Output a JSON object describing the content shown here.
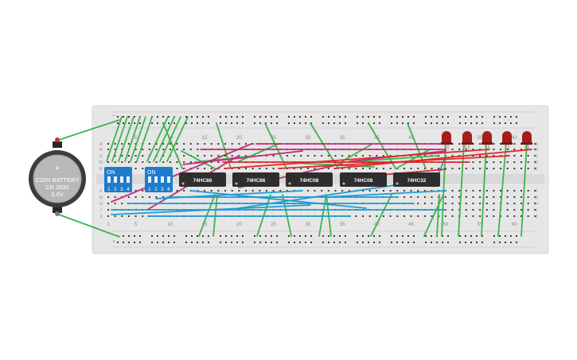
{
  "battery": {
    "label_line1": "COIN BATTERY",
    "label_line2": "CR 2032",
    "label_line3": "3.0V",
    "plus_sign": "+"
  },
  "dip_switches": [
    {
      "on_label": "ON",
      "positions": [
        "1",
        "2",
        "3",
        "4"
      ]
    },
    {
      "on_label": "ON",
      "positions": [
        "1",
        "2",
        "3",
        "4"
      ]
    }
  ],
  "chips": [
    {
      "part": "74HC86"
    },
    {
      "part": "74HC86"
    },
    {
      "part": "74HC08"
    },
    {
      "part": "74HC08"
    },
    {
      "part": "74HC32"
    }
  ],
  "breadboard": {
    "column_numbers_top": [
      "5",
      "10",
      "15",
      "20",
      "25",
      "30",
      "35",
      "40",
      "45",
      "50",
      "55",
      "60"
    ],
    "column_numbers_bottom": [
      "1",
      "5",
      "10",
      "15",
      "20",
      "25",
      "30",
      "35",
      "40",
      "45",
      "50",
      "55",
      "60"
    ],
    "row_letters_top": [
      "A",
      "B",
      "C",
      "D",
      "E"
    ],
    "row_letters_bottom": [
      "F",
      "G",
      "H",
      "I",
      "J"
    ],
    "rail_minus": "−",
    "rail_plus": "+"
  },
  "leds": {
    "count": 5
  },
  "colors": {
    "board": "#e6e6e6",
    "hole": "#3a3a3a",
    "rail_red": "#d94c4c",
    "rail_blue": "#4a78c2",
    "wire_green": "#3cb44b",
    "wire_magenta": "#c8287a",
    "wire_blue": "#1e9bd7",
    "wire_red": "#e02828",
    "chip": "#2e2e2e",
    "led": "#a51c1c",
    "dip": "#1e7ccc",
    "battery": "#3c3c3c"
  }
}
